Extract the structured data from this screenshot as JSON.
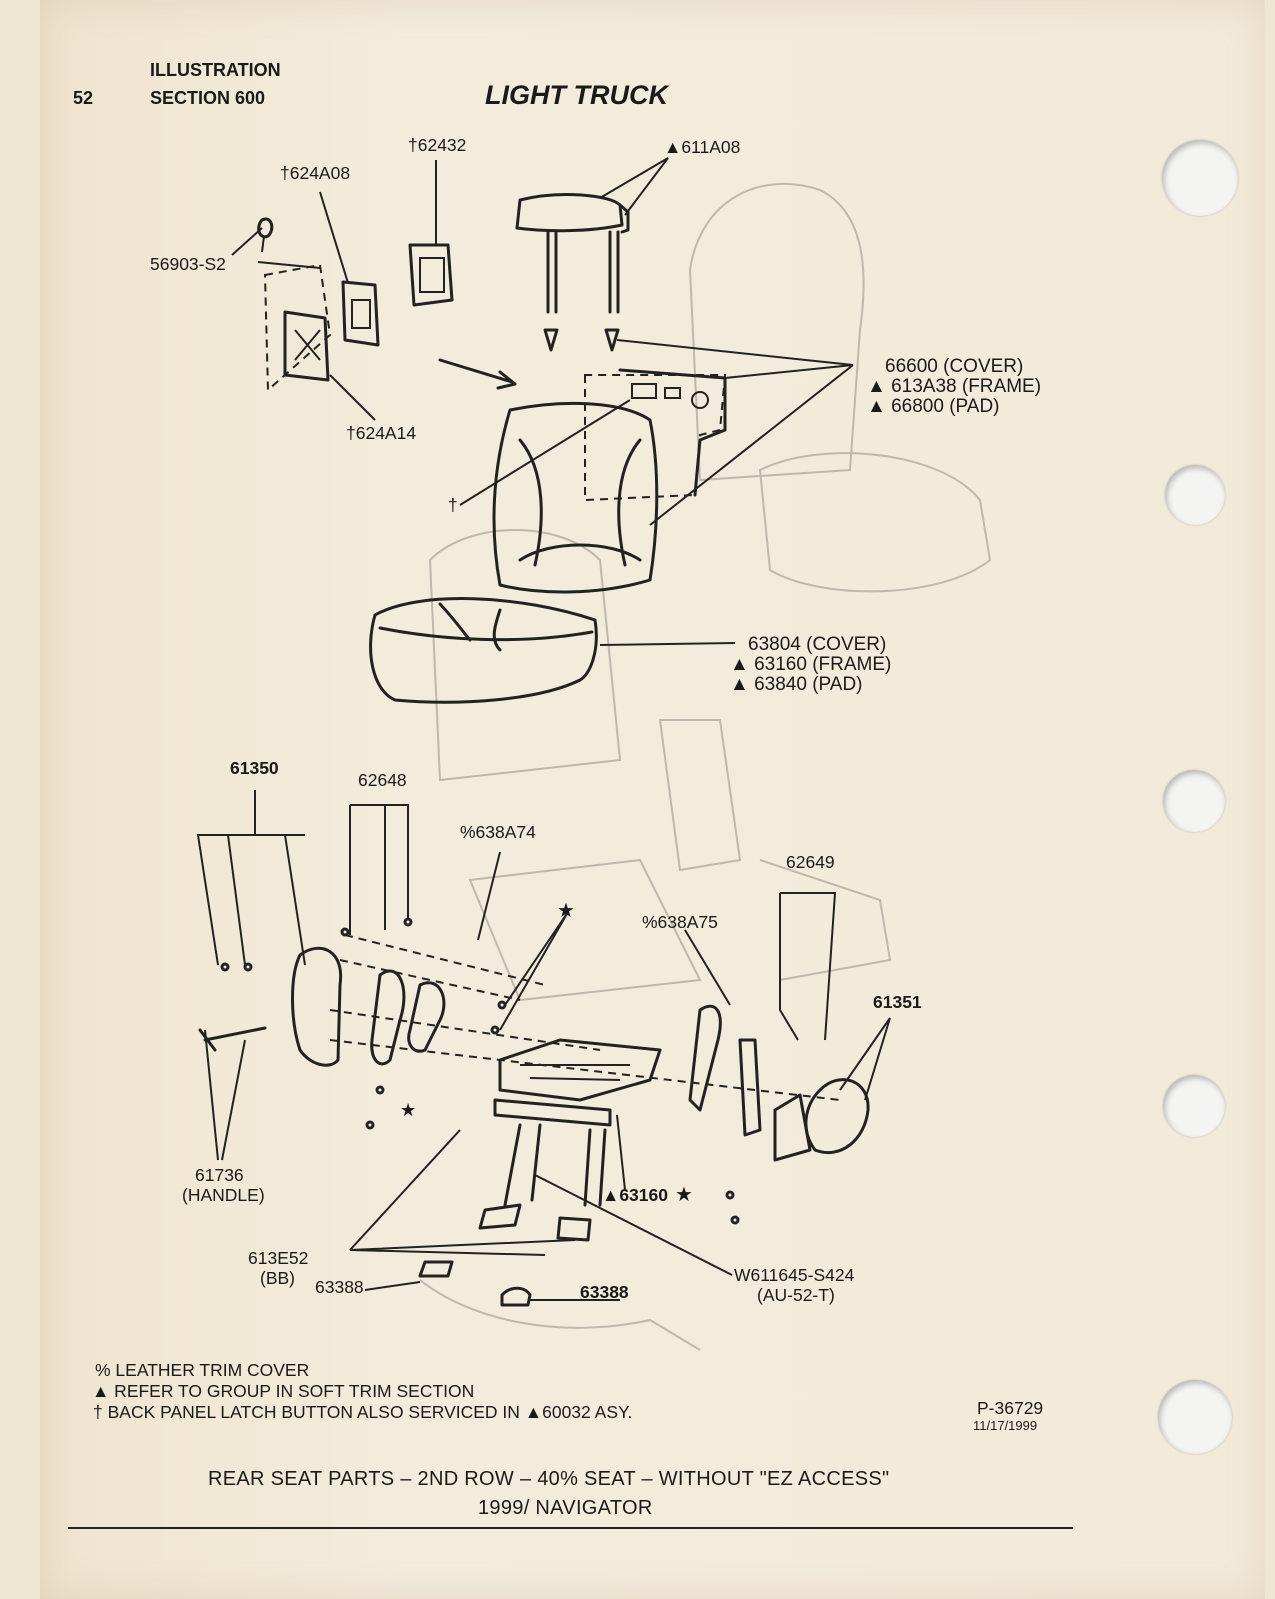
{
  "header": {
    "page_number": "52",
    "illustration": "ILLUSTRATION",
    "section": "SECTION 600",
    "title": "LIGHT TRUCK"
  },
  "callouts": {
    "p62432": "†62432",
    "p624A08": "†624A08",
    "p611A08": "▲611A08",
    "p56903": "56903-S2",
    "p624A14": "†624A14",
    "back_cover": "66600 (COVER)",
    "back_frame": "▲ 613A38 (FRAME)",
    "back_pad": "▲ 66800 (PAD)",
    "dagger": "†",
    "cush_cover": "63804 (COVER)",
    "cush_frame": "▲ 63160 (FRAME)",
    "cush_pad": "▲ 63840 (PAD)",
    "p61350": "61350",
    "p62648": "62648",
    "p638A74": "%638A74",
    "p62649": "62649",
    "p638A75": "%638A75",
    "p61351": "61351",
    "star1": "★",
    "star2": "★",
    "star3": "★",
    "p61736": "61736",
    "handle": "(HANDLE)",
    "p63160": "▲63160",
    "p613E52": "613E52",
    "bb": "(BB)",
    "p63388a": "63388",
    "p63388b": "63388",
    "w611645": "W611645-S424",
    "au52": "(AU-52-T)"
  },
  "notes": {
    "leather": "% LEATHER TRIM COVER",
    "refer": "▲ REFER TO GROUP IN SOFT TRIM SECTION",
    "latch": "† BACK PANEL LATCH BUTTON ALSO SERVICED IN ▲60032 ASY."
  },
  "ref": {
    "code": "P-36729",
    "date": "11/17/1999"
  },
  "footer": {
    "caption": "REAR SEAT PARTS – 2ND ROW – 40% SEAT – WITHOUT \"EZ ACCESS\"",
    "model": "1999/ NAVIGATOR"
  }
}
